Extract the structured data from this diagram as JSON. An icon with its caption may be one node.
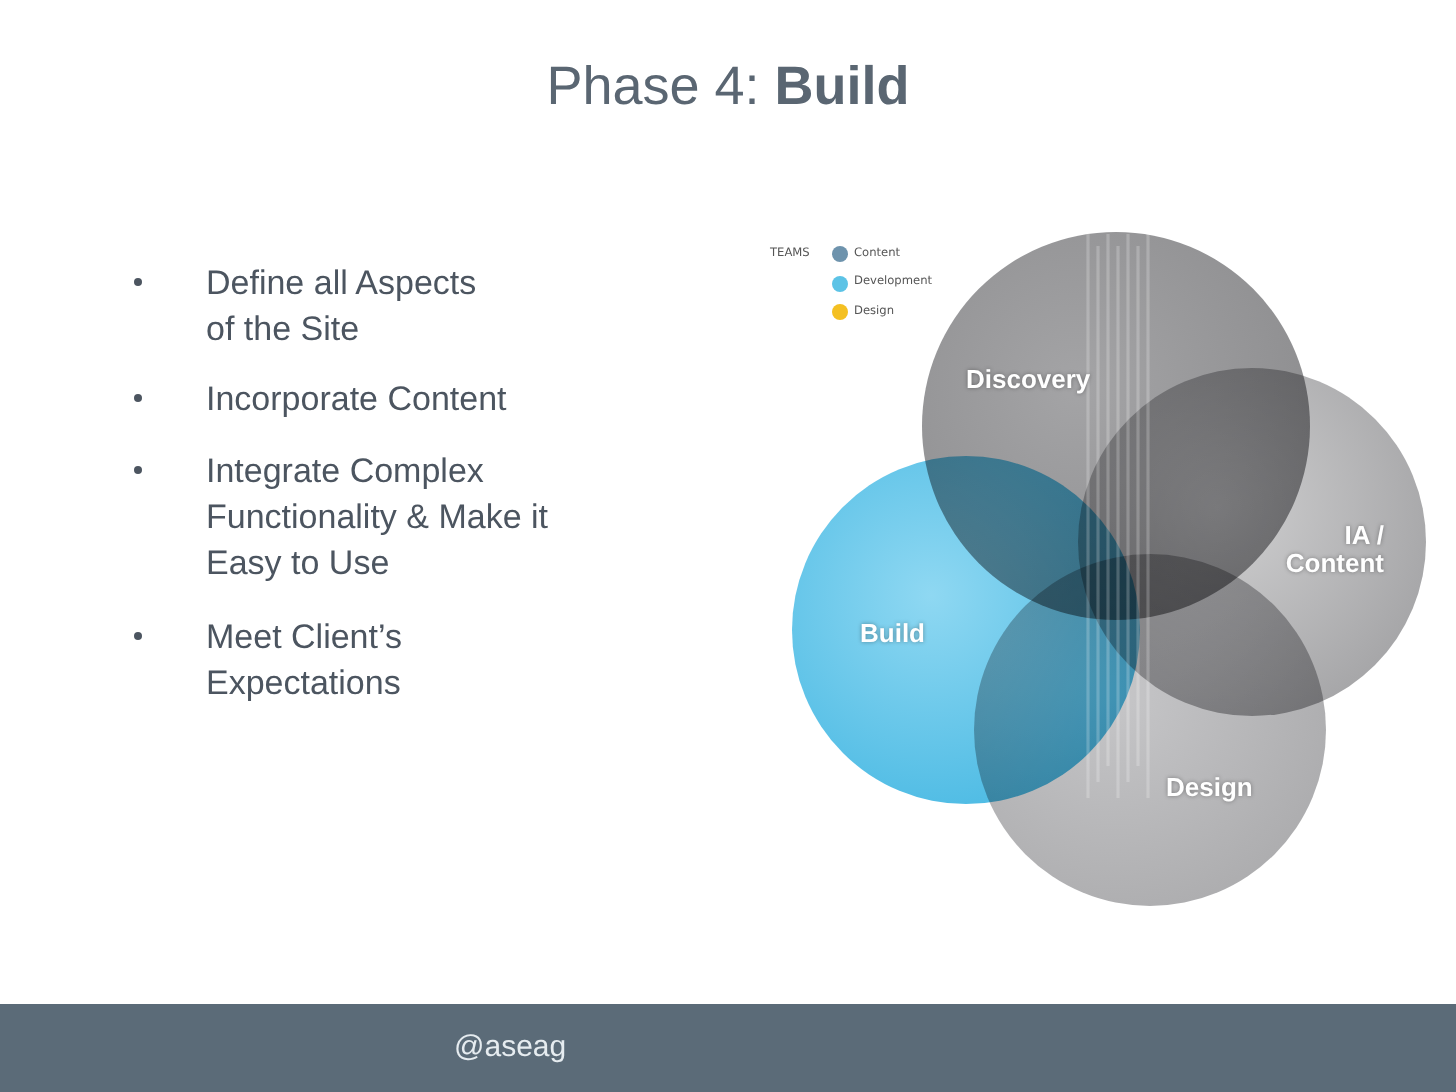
{
  "diagram": {
    "title": "Phase 4: **Build**",
    "nodes": [
      {
        "text": [
          "Discovery"
        ]
      },
      {
        "text": [
          "IA / Content"
        ]
      },
      {
        "text": [
          "Build"
        ]
      },
      {
        "text": [
          "Design"
        ]
      }
    ],
    "labels": [
      "Define all Aspects of the Site",
      "Incorporate Content",
      "Integrate Complex Functionality & Make it Easy to Use",
      "Meet Client’s Expectations",
      "TEAMS",
      "@aseag"
    ],
    "legend": [
      {
        "text": "Content",
        "color": "#6e93ad"
      },
      {
        "text": "Development",
        "color": "#5cc3e6"
      },
      {
        "text": "Design",
        "color": "#f4c022"
      }
    ]
  }
}
